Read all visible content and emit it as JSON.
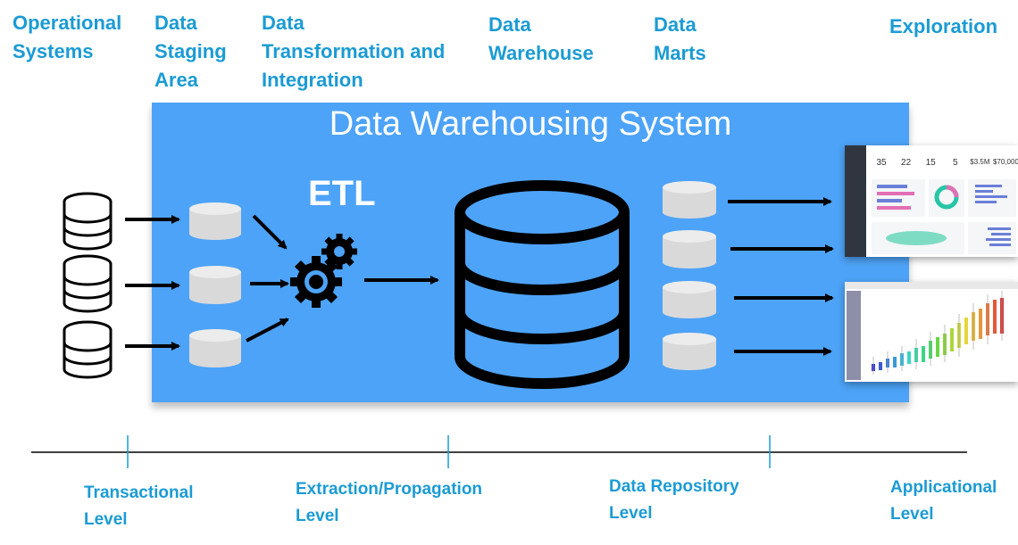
{
  "headers": {
    "operational_systems": "Operational\nSystems",
    "staging_area": "Data\nStaging\nArea",
    "transformation": "Data\nTransformation and\nIntegration",
    "warehouse": "Data\nWarehouse",
    "marts": "Data\nMarts",
    "exploration": "Exploration"
  },
  "system": {
    "title": "Data Warehousing System",
    "etl": "ETL",
    "box_color": "#4da3f7"
  },
  "levels": {
    "transactional": "Transactional\nLevel",
    "extraction": "Extraction/Propagation\nLevel",
    "repository": "Data Repository\nLevel",
    "applicational": "Applicational\nLevel"
  },
  "dashboard": {
    "kpis": [
      "35",
      "22",
      "15",
      "5",
      "$3.5M",
      "$70,000"
    ]
  },
  "colors": {
    "heading": "#1b9bd4",
    "arrow": "#000000",
    "cylinder": "#d9d9d9"
  },
  "icons": [
    "database-icon",
    "gear-icon",
    "arrow-icon"
  ]
}
